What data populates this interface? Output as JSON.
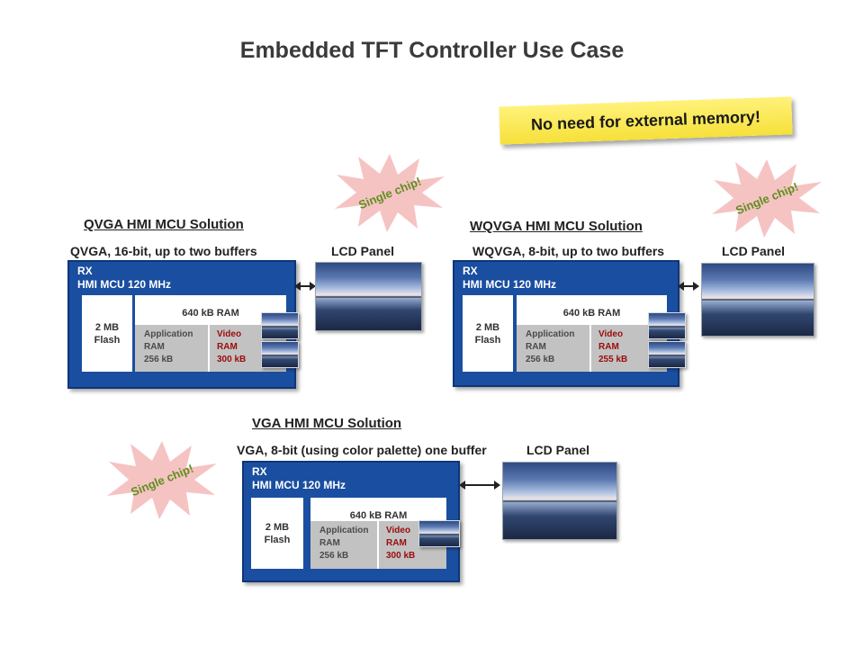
{
  "title": "Embedded TFT Controller Use Case",
  "banner": "No need for external memory!",
  "burst_label": "Single chip!",
  "lcd_label": "LCD Panel",
  "colors": {
    "chip_blue": "#1a4ea0",
    "burst_pink": "#f6c3c3",
    "burst_text": "#5f8f1e",
    "banner_yellow": "#f6e03a",
    "video_red": "#9c0b0b"
  },
  "solutions": [
    {
      "title": "QVGA  HMI  MCU  Solution",
      "subtitle": "QVGA, 16-bit, up to two buffers",
      "chip": {
        "line1": "RX",
        "line2": "HMI MCU 120 MHz",
        "flash_1": "2 MB",
        "flash_2": "Flash",
        "ram_title": "640 kB RAM",
        "app_1": "Application",
        "app_2": "RAM",
        "app_3": "256 kB",
        "vid_1": "Video",
        "vid_2": "RAM",
        "vid_3": "300 kB"
      }
    },
    {
      "title": "WQVGA  HMI  MCU  Solution",
      "subtitle": "WQVGA,  8-bit, up to two buffers",
      "chip": {
        "line1": "RX",
        "line2": "HMI MCU 120 MHz",
        "flash_1": "2 MB",
        "flash_2": "Flash",
        "ram_title": "640 kB RAM",
        "app_1": "Application",
        "app_2": "RAM",
        "app_3": "256 kB",
        "vid_1": "Video",
        "vid_2": "RAM",
        "vid_3": "255 kB"
      }
    },
    {
      "title": "VGA  HMI  MCU  Solution",
      "subtitle": "VGA,  8-bit (using color palette) one buffer",
      "chip": {
        "line1": "RX",
        "line2": "HMI MCU 120 MHz",
        "flash_1": "2 MB",
        "flash_2": "Flash",
        "ram_title": "640 kB RAM",
        "app_1": "Application",
        "app_2": "RAM",
        "app_3": "256 kB",
        "vid_1": "Video",
        "vid_2": "RAM",
        "vid_3": "300 kB"
      }
    }
  ]
}
